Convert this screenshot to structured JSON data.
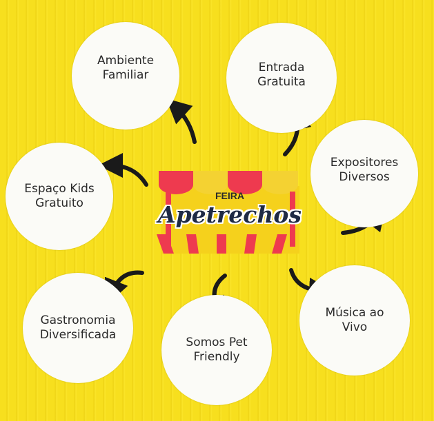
{
  "logo": {
    "top": "FEIRA",
    "name": "Apetrechos"
  },
  "features": [
    {
      "label": "Ambiente Familiar"
    },
    {
      "label": "Entrada Gratuita"
    },
    {
      "label": "Expositores Diversos"
    },
    {
      "label": "Espaço Kids Gratuito"
    },
    {
      "label": "Gastronomia Diversificada"
    },
    {
      "label": "Somos Pet Friendly"
    },
    {
      "label": "Música ao Vivo"
    }
  ],
  "colors": {
    "background": "#f7df1e",
    "circle": "#fbfbf7",
    "awning": "#ee3a4f",
    "arrow": "#1a1a1a",
    "logo_text": "#1f2a44"
  }
}
